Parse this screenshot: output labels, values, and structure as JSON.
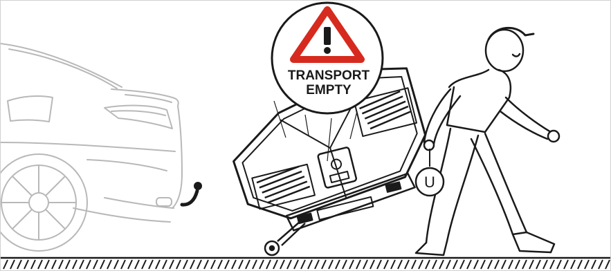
{
  "warning": {
    "line1": "TRANSPORT",
    "line2": "EMPTY",
    "icon": "warning-triangle-icon",
    "triangle_color": "#d62a1e"
  },
  "hand_marker": {
    "label": "U"
  },
  "colors": {
    "car_outline": "#b8b8b8",
    "ink": "#1a1a1a"
  }
}
